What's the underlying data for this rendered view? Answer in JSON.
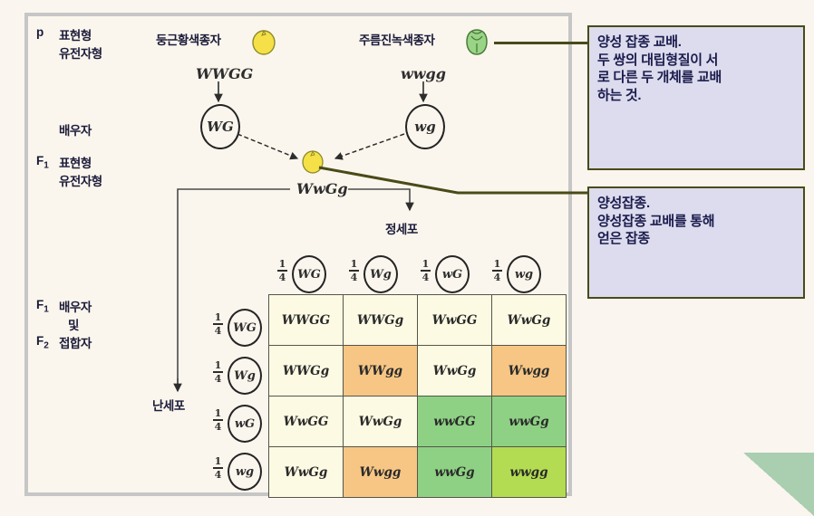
{
  "stages": {
    "p_label": "p",
    "p_line1": "표현형",
    "p_line2": "유전자형",
    "gamete_label": "배우자",
    "f1_label": "F",
    "f1_sub": "1",
    "f1_line1": "표현형",
    "f1_line2": "유전자형",
    "f1g_label": "F",
    "f1g_sub": "1",
    "f1g_line1": "배우자",
    "f1g_line2": "및",
    "f2_label": "F",
    "f2_sub": "2",
    "f2_line1": "접합자"
  },
  "parents": {
    "left_phenotype": "둥근황색종자",
    "left_genotype": "WWGG",
    "left_gamete": "WG",
    "left_seed_icon": "round-yellow-seed-icon",
    "right_phenotype": "주름진녹색종자",
    "right_genotype": "wwgg",
    "right_gamete": "wg",
    "right_seed_icon": "wrinkled-green-seed-icon"
  },
  "f1": {
    "genotype": "WwGg",
    "seed_icon": "round-yellow-seed-icon",
    "sperm_label": "정세포",
    "egg_label": "난세포"
  },
  "punnett": {
    "fraction_num": "1",
    "fraction_den": "4",
    "col_gametes": [
      "WG",
      "Wg",
      "wG",
      "wg"
    ],
    "row_gametes": [
      "WG",
      "Wg",
      "wG",
      "wg"
    ],
    "cells": [
      [
        {
          "t": "WWGG",
          "c": "plain"
        },
        {
          "t": "WWGg",
          "c": "plain"
        },
        {
          "t": "WwGG",
          "c": "plain"
        },
        {
          "t": "WwGg",
          "c": "plain"
        }
      ],
      [
        {
          "t": "WWGg",
          "c": "plain"
        },
        {
          "t": "WWgg",
          "c": "orange"
        },
        {
          "t": "WwGg",
          "c": "plain"
        },
        {
          "t": "Wwgg",
          "c": "orange"
        }
      ],
      [
        {
          "t": "WwGG",
          "c": "plain"
        },
        {
          "t": "WwGg",
          "c": "plain"
        },
        {
          "t": "wwGG",
          "c": "green"
        },
        {
          "t": "wwGg",
          "c": "green"
        }
      ],
      [
        {
          "t": "WwGg",
          "c": "plain"
        },
        {
          "t": "Wwgg",
          "c": "orange"
        },
        {
          "t": "wwGg",
          "c": "green"
        },
        {
          "t": "wwgg",
          "c": "ygreen"
        }
      ]
    ]
  },
  "annotations": [
    {
      "id": "dihybrid-cross-note",
      "text": "양성 잡종 교배.\n두 쌍의 대립형질이 서\n로 다른 두 개체를 교배\n하는 것."
    },
    {
      "id": "dihybrid-note",
      "text": "양성잡종.\n양성잡종 교배를 통해\n얻은 잡종"
    }
  ],
  "colors": {
    "frame": "#c6c6c6",
    "background": "#faf5ee",
    "callout_bg": "#dcdcee",
    "callout_border": "#4a4a18",
    "cell_plain": "#fdfae3",
    "cell_orange": "#f7c684",
    "cell_green": "#8ed184",
    "cell_yellowgreen": "#b3dc52",
    "corner_accent": "#a9ceb0",
    "text_navy": "#1b1b3a"
  }
}
